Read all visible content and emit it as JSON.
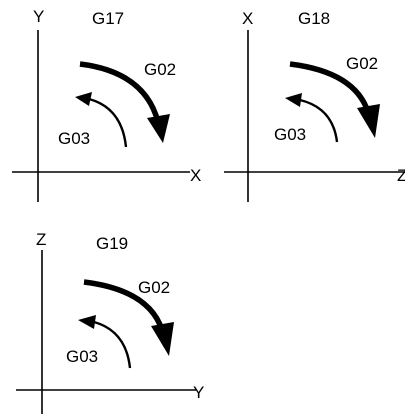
{
  "colors": {
    "ink": "#000000",
    "background": "#ffffff"
  },
  "panels": [
    {
      "plane": "G17",
      "vertical_axis": "Y",
      "horizontal_axis": "X",
      "cw_label": "G02",
      "ccw_label": "G03"
    },
    {
      "plane": "G18",
      "vertical_axis": "X",
      "horizontal_axis": "Z",
      "cw_label": "G02",
      "ccw_label": "G03"
    },
    {
      "plane": "G19",
      "vertical_axis": "Z",
      "horizontal_axis": "Y",
      "cw_label": "G02",
      "ccw_label": "G03"
    }
  ]
}
